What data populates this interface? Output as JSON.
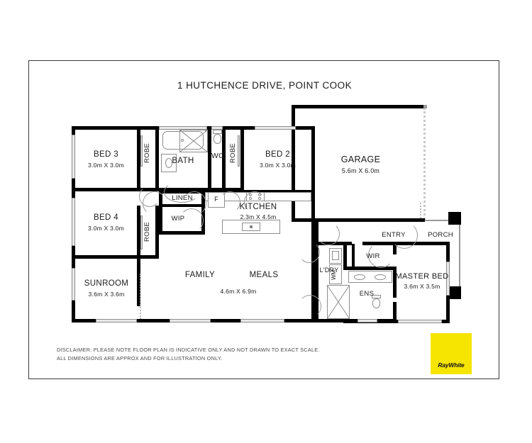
{
  "document": {
    "title": "1 HUTCHENCE DRIVE, POINT COOK",
    "type": "floor-plan"
  },
  "rooms": [
    {
      "id": "bed3",
      "name": "BED 3",
      "dimensions": "3.0m X 3.0m"
    },
    {
      "id": "bath",
      "name": "BATH",
      "dimensions": ""
    },
    {
      "id": "wc",
      "name": "WC",
      "dimensions": ""
    },
    {
      "id": "bed2",
      "name": "BED 2",
      "dimensions": "3.0m X 3.0m"
    },
    {
      "id": "garage",
      "name": "GARAGE",
      "dimensions": "5.6m X 6.0m"
    },
    {
      "id": "bed4",
      "name": "BED 4",
      "dimensions": "3.0m X 3.0m"
    },
    {
      "id": "linen",
      "name": "LINEN",
      "dimensions": ""
    },
    {
      "id": "wip",
      "name": "WIP",
      "dimensions": ""
    },
    {
      "id": "kitchen",
      "name": "KITCHEN",
      "dimensions": "2.3m X 4.5m"
    },
    {
      "id": "entry",
      "name": "ENTRY",
      "dimensions": ""
    },
    {
      "id": "porch",
      "name": "PORCH",
      "dimensions": ""
    },
    {
      "id": "sunroom",
      "name": "SUNROOM",
      "dimensions": "3.6m X 3.6m"
    },
    {
      "id": "family",
      "name": "FAMILY",
      "dimensions": ""
    },
    {
      "id": "meals",
      "name": "MEALS",
      "dimensions": ""
    },
    {
      "id": "living_dim",
      "name": "",
      "dimensions": "4.6m X 6.9m"
    },
    {
      "id": "laundry",
      "name": "L'DRY",
      "dimensions": ""
    },
    {
      "id": "wir",
      "name": "WIR",
      "dimensions": ""
    },
    {
      "id": "ens",
      "name": "ENS",
      "dimensions": ""
    },
    {
      "id": "masterbed",
      "name": "MASTER BED",
      "dimensions": "3.6m X 3.5m"
    }
  ],
  "labels": {
    "robe_1": "ROBE",
    "robe_2": "ROBE",
    "robe_3": "ROBE",
    "fridge": "F",
    "washing_machine": "WM"
  },
  "disclaimer": {
    "line1": "DISCLAIMER: PLEASE NOTE FLOOR PLAN IS INDICATIVE ONLY AND NOT DRAWN TO EXACT SCALE.",
    "line2": "ALL DIMENSIONS ARE APPROX AND FOR ILLUSTRATION ONLY."
  },
  "branding": {
    "agency": "RayWhite",
    "brand_color": "#f5e500",
    "text_color": "#111111"
  },
  "colors": {
    "wall": "#000000",
    "window": "#e9e9e9",
    "fixture_stroke": "#8d8d8d",
    "text": "#1b1b1b",
    "frame": "#3a3a3a",
    "background": "#ffffff"
  }
}
